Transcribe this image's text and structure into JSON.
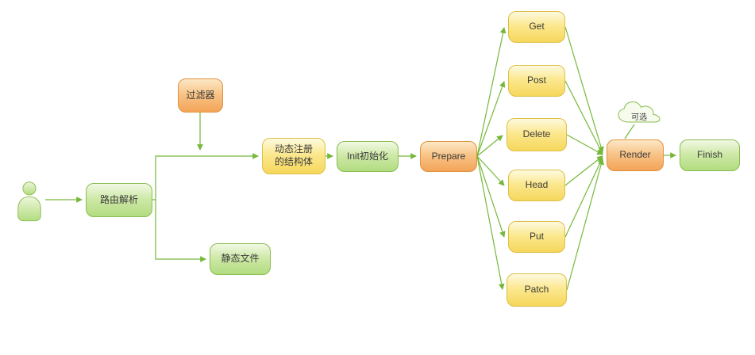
{
  "diagram": {
    "type": "flowchart",
    "background": "#ffffff",
    "nodes": [
      {
        "id": "route",
        "label": "路由解析",
        "color": "green",
        "shape": "rounded-rect"
      },
      {
        "id": "filter",
        "label": "过滤器",
        "color": "orange",
        "shape": "rounded-rect"
      },
      {
        "id": "static",
        "label": "静态文件",
        "color": "green",
        "shape": "rounded-rect"
      },
      {
        "id": "struct",
        "label": "动态注册\n的结构体",
        "color": "yellow",
        "shape": "rounded-rect"
      },
      {
        "id": "init",
        "label": "Init初始化",
        "color": "green",
        "shape": "rounded-rect"
      },
      {
        "id": "prepare",
        "label": "Prepare",
        "color": "orange",
        "shape": "rounded-rect"
      },
      {
        "id": "get",
        "label": "Get",
        "color": "yellow",
        "shape": "rounded-rect"
      },
      {
        "id": "post",
        "label": "Post",
        "color": "yellow",
        "shape": "rounded-rect"
      },
      {
        "id": "delete",
        "label": "Delete",
        "color": "yellow",
        "shape": "rounded-rect"
      },
      {
        "id": "head",
        "label": "Head",
        "color": "yellow",
        "shape": "rounded-rect"
      },
      {
        "id": "put",
        "label": "Put",
        "color": "yellow",
        "shape": "rounded-rect"
      },
      {
        "id": "patch",
        "label": "Patch",
        "color": "yellow",
        "shape": "rounded-rect"
      },
      {
        "id": "render",
        "label": "Render",
        "color": "orange",
        "shape": "rounded-rect"
      },
      {
        "id": "finish",
        "label": "Finish",
        "color": "green",
        "shape": "rounded-rect"
      },
      {
        "id": "optional",
        "label": "可选",
        "color": "green",
        "shape": "cloud"
      },
      {
        "id": "user",
        "label": "",
        "color": "green",
        "shape": "actor"
      }
    ],
    "edges": [
      {
        "from": "user",
        "to": "route"
      },
      {
        "from": "route",
        "to": "struct"
      },
      {
        "from": "route",
        "to": "static"
      },
      {
        "from": "filter",
        "to": "struct",
        "note": "arrow points down onto route→struct line"
      },
      {
        "from": "struct",
        "to": "init"
      },
      {
        "from": "init",
        "to": "prepare"
      },
      {
        "from": "prepare",
        "to": "get"
      },
      {
        "from": "prepare",
        "to": "post"
      },
      {
        "from": "prepare",
        "to": "delete"
      },
      {
        "from": "prepare",
        "to": "head"
      },
      {
        "from": "prepare",
        "to": "put"
      },
      {
        "from": "prepare",
        "to": "patch"
      },
      {
        "from": "get",
        "to": "render"
      },
      {
        "from": "post",
        "to": "render"
      },
      {
        "from": "delete",
        "to": "render"
      },
      {
        "from": "head",
        "to": "render"
      },
      {
        "from": "put",
        "to": "render"
      },
      {
        "from": "patch",
        "to": "render"
      },
      {
        "from": "render",
        "to": "finish"
      },
      {
        "from": "optional",
        "to": "render"
      }
    ],
    "palette": {
      "green_fill_top": "#f1f9e4",
      "green_fill_bottom": "#b2dc80",
      "green_border": "#8abd4f",
      "orange_fill_top": "#fce8c6",
      "orange_fill_bottom": "#f3a458",
      "orange_border": "#e0923e",
      "yellow_fill_top": "#fefae0",
      "yellow_fill_bottom": "#f6d75c",
      "yellow_border": "#ddbf45",
      "edge_color": "#76b83a",
      "text_color": "#3b3b3b"
    }
  }
}
